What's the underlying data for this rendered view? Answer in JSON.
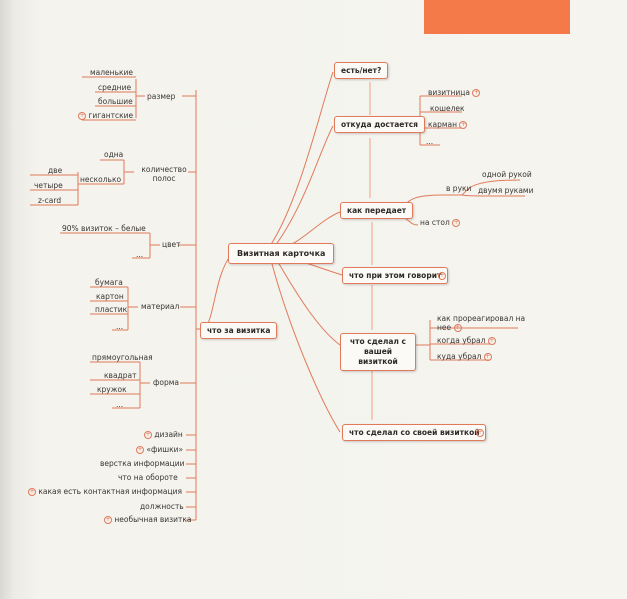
{
  "center": "Визитная карточка",
  "left": {
    "main": "что за визитка",
    "size": {
      "label": "размер",
      "items": [
        "маленькие",
        "средние",
        "большие",
        "гигантские"
      ]
    },
    "stripes": {
      "label": "количество полос",
      "one": "одна",
      "several": "несколько",
      "sub": [
        "две",
        "четыре",
        "z-card"
      ]
    },
    "color": {
      "label": "цвет",
      "items": [
        "90% визиток – белые",
        "..."
      ]
    },
    "material": {
      "label": "материал",
      "items": [
        "бумага",
        "картон",
        "пластик",
        "..."
      ]
    },
    "shape": {
      "label": "форма",
      "items": [
        "прямоугольная",
        "квадрат",
        "кружок",
        "..."
      ]
    },
    "extra": [
      "дизайн",
      "«фишки»",
      "верстка информации",
      "что на обороте",
      "какая есть контактная информация",
      "должность",
      "необычная визитка"
    ]
  },
  "right": {
    "yesno": "есть/нет?",
    "from_where": {
      "label": "откуда достается",
      "items": [
        "визитница",
        "кошелек",
        "карман",
        "..."
      ]
    },
    "how_pass": {
      "label": "как передает",
      "in_hands": "в руки",
      "hands": [
        "одной рукой",
        "двумя руками"
      ],
      "on_table": "на стол"
    },
    "says": "что при этом говорит",
    "did_yours": {
      "label": "что сделал с вашей визиткой",
      "items": [
        "как прореагировал на нее",
        "когда убрал",
        "куда убрал"
      ]
    },
    "did_own": "что сделал со своей визиткой"
  },
  "colors": {
    "accent": "#e07a5a",
    "tab": "#f47a4a",
    "paper": "#f5f4ef"
  },
  "icons": {
    "plus": "plus-circle-icon"
  }
}
